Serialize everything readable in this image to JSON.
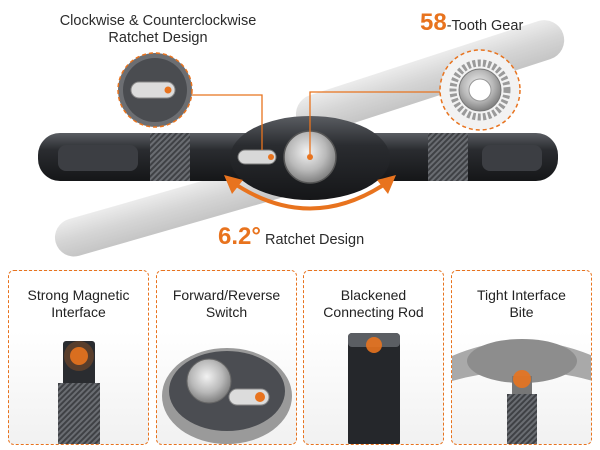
{
  "hero": {
    "ratchet_caption": "Clockwise & Counterclockwise\nRatchet Design",
    "gear_number": "58",
    "gear_suffix": "-Tooth Gear",
    "angle_value": "6.2°",
    "angle_suffix": "Ratchet Design"
  },
  "features": [
    {
      "title": "Strong Magnetic\nInterface"
    },
    {
      "title": "Forward/Reverse\nSwitch"
    },
    {
      "title": "Blackened\nConnecting Rod"
    },
    {
      "title": "Tight Interface\nBite"
    }
  ],
  "colors": {
    "accent": "#e8731e",
    "tool_body": "#2a2c30",
    "grip": "#4a4c50",
    "ghost": "#cfcfcf"
  }
}
